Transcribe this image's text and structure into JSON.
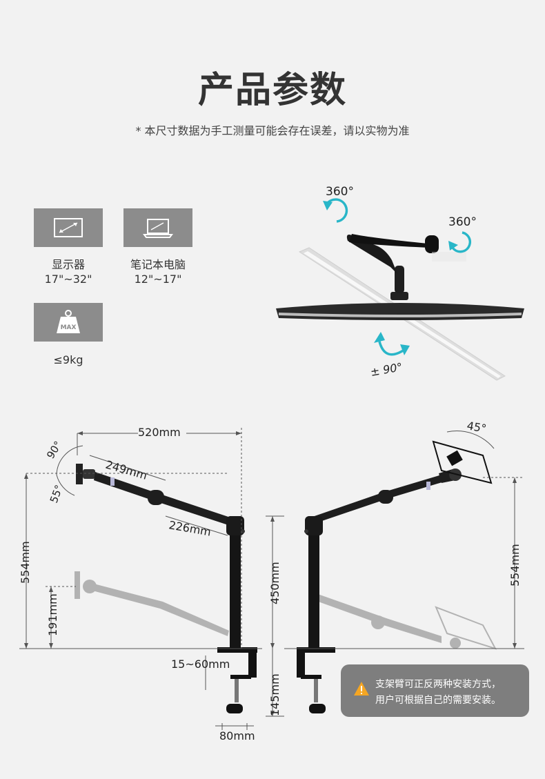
{
  "header": {
    "title": "产品参数",
    "subtitle": "* 本尺寸数据为手工测量可能会存在误差，请以实物为准"
  },
  "specs": [
    {
      "icon": "monitor-icon",
      "name": "显示器",
      "value": "17\"~32\""
    },
    {
      "icon": "laptop-icon",
      "name": "笔记本电脑",
      "value": "12\"~17\""
    },
    {
      "icon": "weight-icon",
      "name": "",
      "value": "≤9kg",
      "badge": "MAX"
    }
  ],
  "rotation": {
    "top_left": "360°",
    "top_right": "360°",
    "tilt": "± 90°"
  },
  "dimensions_left": {
    "width": "520mm",
    "arm1": "249mm",
    "arm2": "226mm",
    "angle_up": "90°",
    "angle_down": "55°",
    "height_total": "554mm",
    "height_low": "191mm",
    "pole": "450mm",
    "clamp_range": "15~60mm",
    "clamp_height": "145mm",
    "base_width": "80mm"
  },
  "dimensions_right": {
    "tilt_angle": "45°",
    "height_total": "554mm"
  },
  "note": {
    "line1": "支架臂可正反两种安装方式，",
    "line2": "用户可根据自己的需要安装。",
    "icon": "warning-icon",
    "accent": "#f5a623"
  },
  "colors": {
    "background": "#f2f2f2",
    "spec_box": "#8c8c8c",
    "rotate_arrow": "#29b6c8"
  }
}
